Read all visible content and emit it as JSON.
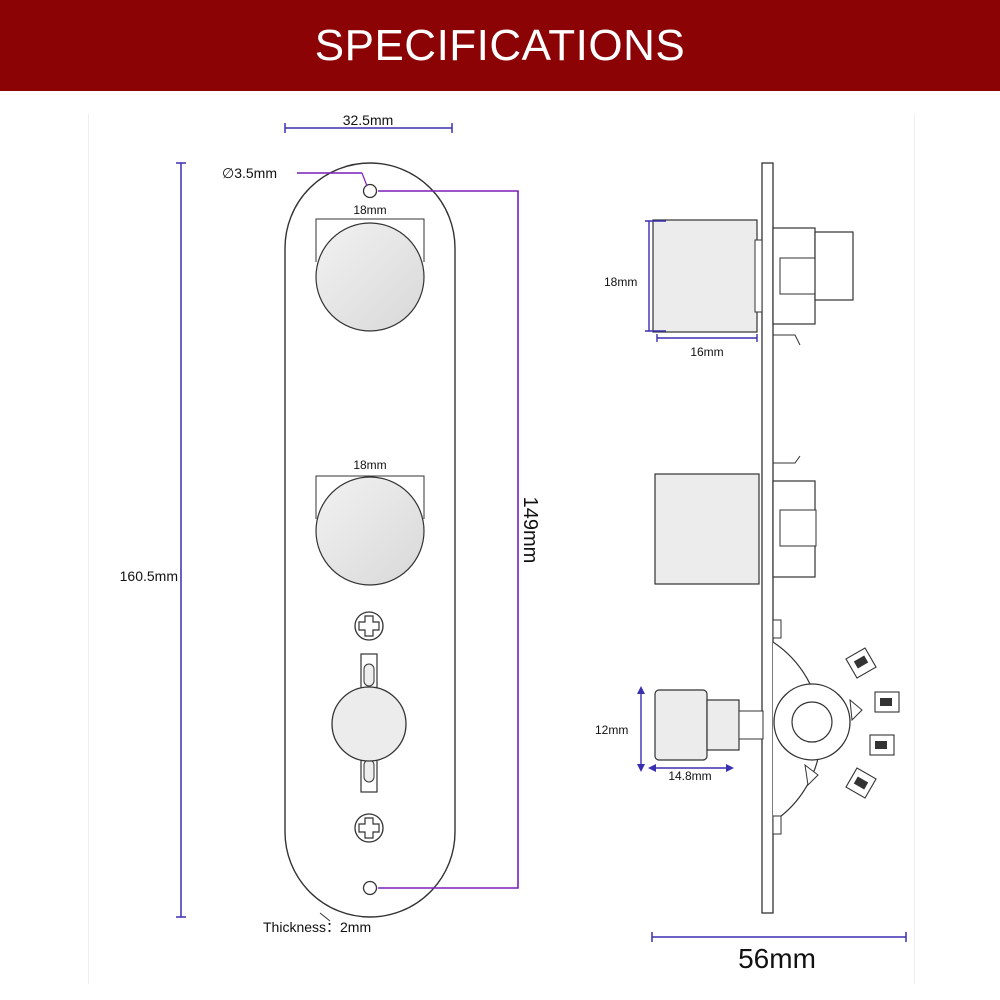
{
  "header": {
    "title": "SPECIFICATIONS"
  },
  "front_view": {
    "width_label": "32.5mm",
    "height_label": "160.5mm",
    "hole_label": "∅3.5mm",
    "hole_spacing_label": "149mm",
    "pot1_label": "18mm",
    "pot2_label": "18mm",
    "thickness_label": "Thickness：2mm"
  },
  "side_view": {
    "pot_height_label": "18mm",
    "pot_depth_label": "16mm",
    "switch_height_label": "12mm",
    "switch_depth_label": "14.8mm",
    "total_depth_label": "56mm"
  },
  "colors": {
    "banner": "#8b0304",
    "dimension_line": "#3a2fb0",
    "hole_line": "#7a1fb8",
    "outline": "#333333",
    "component_fill": "#ebebeb"
  }
}
